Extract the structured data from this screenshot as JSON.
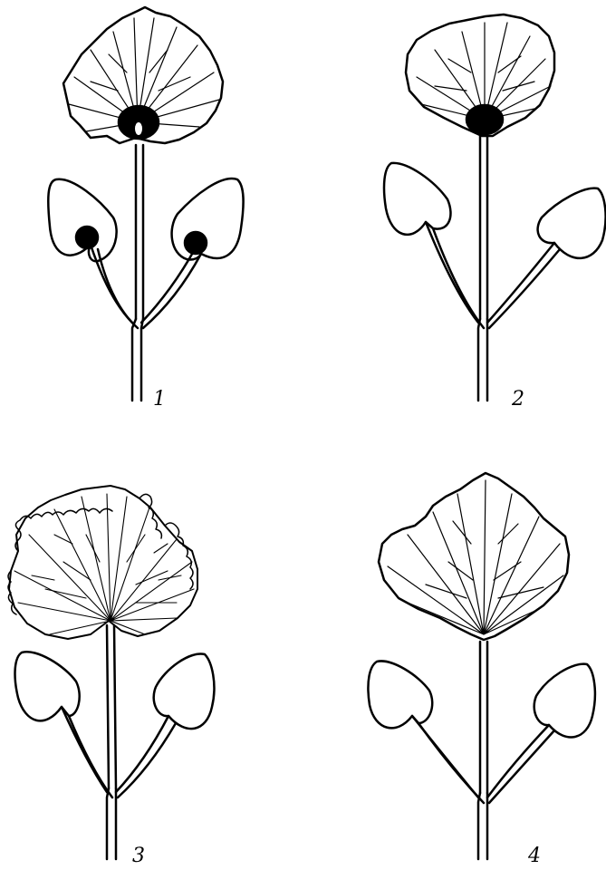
{
  "figures": [
    {
      "label": "1"
    },
    {
      "label": "2"
    },
    {
      "label": "3"
    },
    {
      "label": "4"
    }
  ],
  "colors": {
    "ink": "#000000",
    "paper": "#ffffff"
  }
}
